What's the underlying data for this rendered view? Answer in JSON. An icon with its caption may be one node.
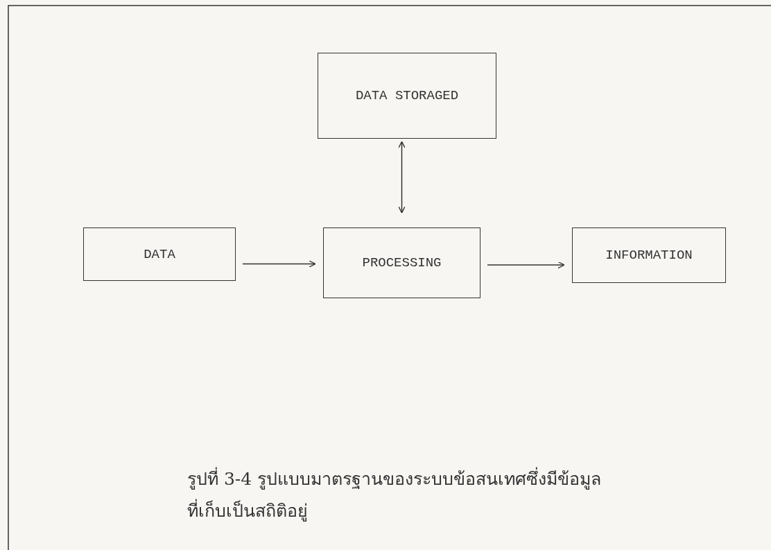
{
  "diagram": {
    "caption": "รูปที่ 3-4 รูปแบบมาตรฐานของระบบข้อสนเทศซึ่งมีข้อมูลที่เก็บเป็นสถิติอยู่",
    "nodes": [
      {
        "text": [
          "DATA STORAGED"
        ]
      },
      {
        "text": [
          "DATA"
        ]
      },
      {
        "text": [
          "PROCESSING"
        ]
      },
      {
        "text": [
          "INFORMATION"
        ]
      }
    ],
    "edges": [
      {
        "from": 0,
        "to": 2,
        "arrow": "both"
      },
      {
        "from": 1,
        "to": 2,
        "arrow": "to"
      },
      {
        "from": 2,
        "to": 3,
        "arrow": "to"
      }
    ]
  }
}
